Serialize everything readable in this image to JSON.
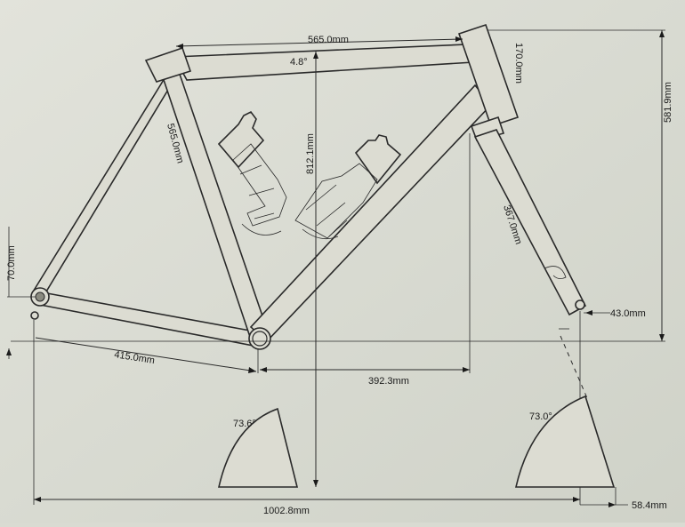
{
  "dimensions": {
    "top_tube": "565.0mm",
    "seat_tube": "565.0mm",
    "head_tube": "170.0mm",
    "stack": "581.9mm",
    "standover": "812.1mm",
    "fork_length": "367.0mm",
    "bb_drop": "70.0mm",
    "fork_offset": "43.0mm",
    "chainstay": "415.0mm",
    "front_center": "392.3mm",
    "wheelbase": "1002.8mm",
    "trail": "58.4mm",
    "top_tube_slope": "4.8°",
    "seat_angle": "73.6°",
    "head_angle": "73.0°"
  }
}
